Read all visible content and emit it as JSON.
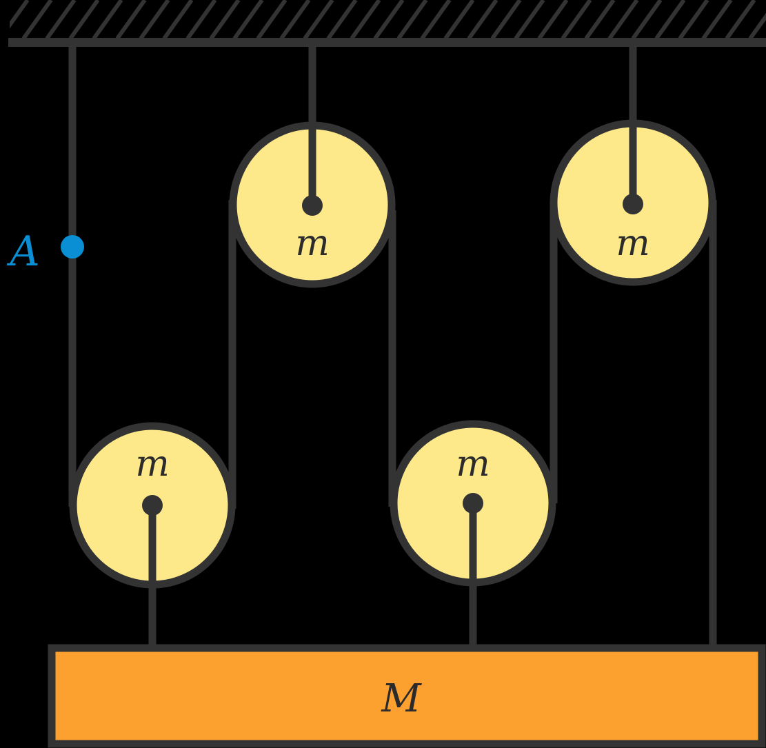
{
  "diagram": {
    "block_label": "M",
    "pulley_labels": [
      "m",
      "m",
      "m",
      "m"
    ],
    "point_label": "A",
    "colors": {
      "background": "#000000",
      "line": "#333333",
      "pulley_fill": "#fde98a",
      "block_fill": "#fca02f",
      "point": "#0a8fd4"
    }
  }
}
